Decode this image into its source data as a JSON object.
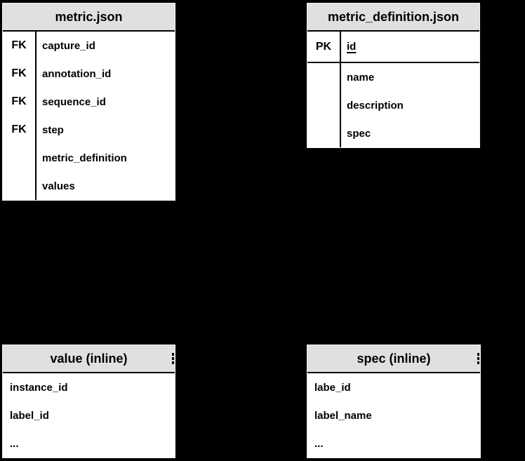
{
  "colors": {
    "background": "#000000",
    "table_fill": "#ffffff",
    "header_fill": "#e0e0e0",
    "divider": "#000000",
    "outer_stroke": "#f2f2f2",
    "text": "#000000"
  },
  "diagram_type": "entity-relationship",
  "tables": {
    "metric": {
      "title": "metric.json",
      "rows": [
        {
          "key": "FK",
          "field": "capture_id"
        },
        {
          "key": "FK",
          "field": "annotation_id"
        },
        {
          "key": "FK",
          "field": "sequence_id"
        },
        {
          "key": "FK",
          "field": "step"
        },
        {
          "key": "",
          "field": "metric_definition"
        },
        {
          "key": "",
          "field": "values"
        }
      ]
    },
    "metric_definition": {
      "title": "metric_definition.json",
      "pk_row": {
        "key": "PK",
        "field": "id",
        "underlined": true
      },
      "rows": [
        {
          "key": "",
          "field": "name"
        },
        {
          "key": "",
          "field": "description"
        },
        {
          "key": "",
          "field": "spec"
        }
      ]
    },
    "value_inline": {
      "title": "value (inline)",
      "header_mark": "vertical-ellipsis",
      "rows": [
        {
          "field": "instance_id"
        },
        {
          "field": "label_id"
        },
        {
          "field": "..."
        }
      ]
    },
    "spec_inline": {
      "title": "spec (inline)",
      "header_mark": "vertical-ellipsis",
      "rows": [
        {
          "field": "labe_id"
        },
        {
          "field": "label_name"
        },
        {
          "field": "..."
        }
      ]
    }
  }
}
